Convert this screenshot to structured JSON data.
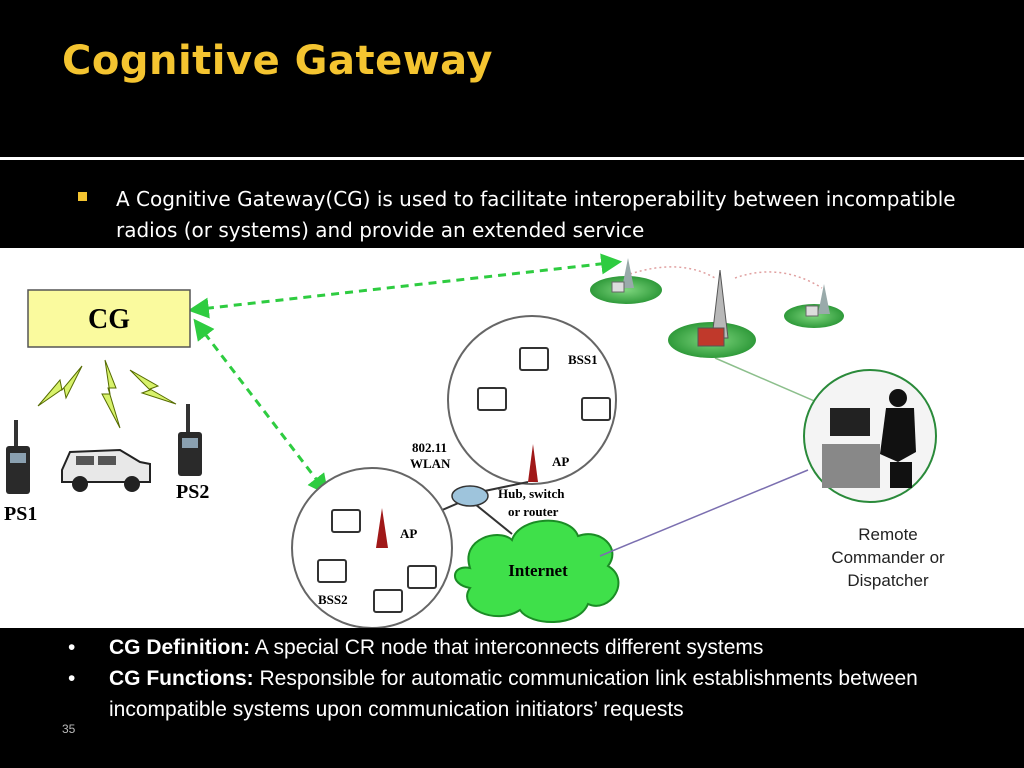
{
  "slide": {
    "title": "Cognitive Gateway",
    "intro": "A Cognitive Gateway(CG) is used to facilitate interoperability between incompatible radios (or systems) and provide an extended service",
    "page_number": "35"
  },
  "diagram": {
    "cg_label": "CG",
    "ps1_label": "PS1",
    "ps2_label": "PS2",
    "bss1_label": "BSS1",
    "bss2_label": "BSS2",
    "ap1_label": "AP",
    "ap2_label": "AP",
    "wlan_line1": "802.11",
    "wlan_line2": "WLAN",
    "hub_line1": "Hub, switch",
    "hub_line2": "or router",
    "internet_label": "Internet",
    "remote_line1": "Remote",
    "remote_line2": "Commander or",
    "remote_line3": "Dispatcher",
    "colors": {
      "cg_box": "#fafa9e",
      "link_dashed": "#2ecc40",
      "cloud": "#3fe04a",
      "title": "#f4c430"
    }
  },
  "bullets": [
    {
      "bold": "CG Definition:",
      "text": "A special CR node that interconnects different systems"
    },
    {
      "bold": "CG Functions:",
      "text": "Responsible for automatic communication link establishments between incompatible systems upon communication initiators’ requests"
    }
  ]
}
